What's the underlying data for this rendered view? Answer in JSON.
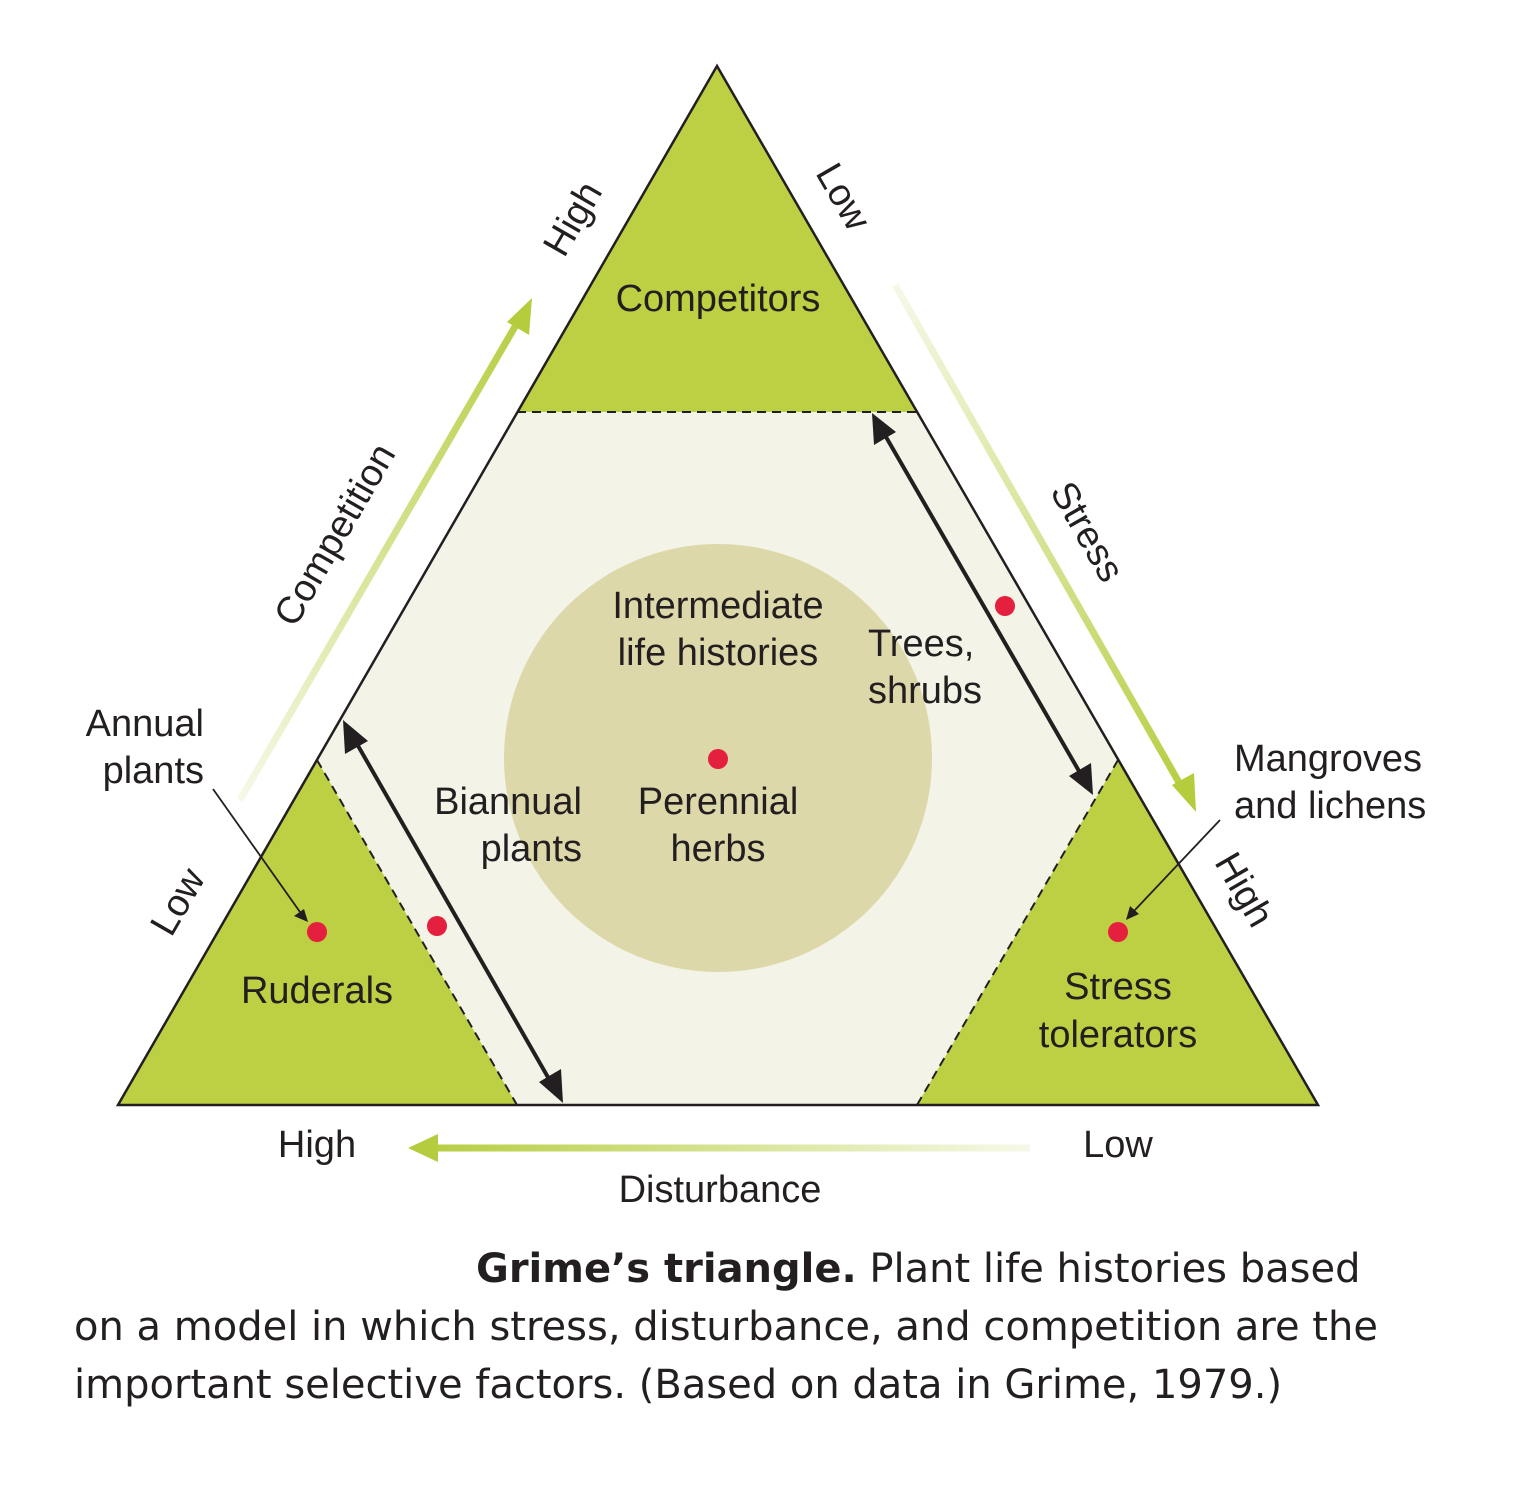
{
  "colors": {
    "corner_fill": "#bdd043",
    "hexagon_fill": "#f4f3e7",
    "center_circle_fill": "#ddd8aa",
    "gradient_arrow": "#b5cc3c",
    "dot": "#e4203e",
    "outline": "#231f20"
  },
  "corners": {
    "competitors": "Competitors",
    "ruderals": "Ruderals",
    "stress_tolerators_line1": "Stress",
    "stress_tolerators_line2": "tolerators"
  },
  "axes": {
    "competition": {
      "label": "Competition",
      "high": "High",
      "low": "Low"
    },
    "stress": {
      "label": "Stress",
      "high": "High",
      "low": "Low"
    },
    "disturbance": {
      "label": "Disturbance",
      "high": "High",
      "low": "Low"
    }
  },
  "center": {
    "intermediate_line1": "Intermediate",
    "intermediate_line2": "life histories",
    "perennial_line1": "Perennial",
    "perennial_line2": "herbs"
  },
  "examples": {
    "trees_line1": "Trees,",
    "trees_line2": "shrubs",
    "biannual_line1": "Biannual",
    "biannual_line2": "plants",
    "annual_line1": "Annual",
    "annual_line2": "plants",
    "mangroves_line1": "Mangroves",
    "mangroves_line2": "and lichens"
  },
  "caption": {
    "title": "Grime’s triangle.",
    "line1_rest": " Plant life histories based",
    "line2": "on a model in which stress, disturbance, and competition are the",
    "line3": "important selective factors. (Based on data in Grime, 1979.)"
  }
}
